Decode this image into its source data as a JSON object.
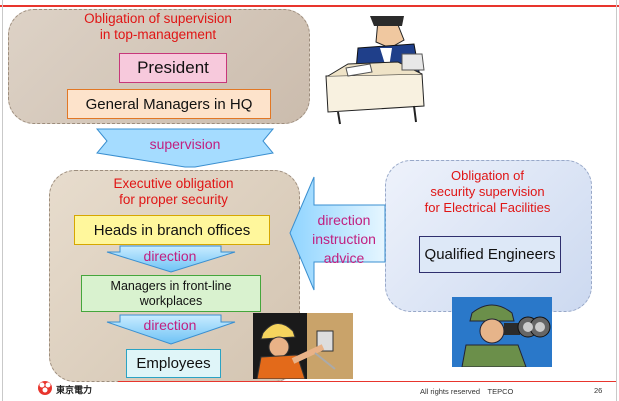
{
  "top_panel": {
    "heading_line1": "Obligation of supervision",
    "heading_line2": "in top-management",
    "president": "President",
    "general_managers": "General Managers in HQ"
  },
  "supervision_arrow": "supervision",
  "executive_panel": {
    "heading_line1": "Executive obligation",
    "heading_line2": "for proper security",
    "heads": "Heads in branch offices",
    "direction_1": "direction",
    "managers_line1": "Managers in front-line",
    "managers_line2": "workplaces",
    "direction_2": "direction",
    "employees": "Employees"
  },
  "left_arrow": {
    "line1": "direction",
    "line2": "instruction",
    "line3": "advice"
  },
  "security_panel": {
    "heading_line1": "Obligation of",
    "heading_line2": "security supervision",
    "heading_line3": "for Electrical Facilities",
    "engineers": "Qualified Engineers"
  },
  "footer": {
    "logo_text": "東京電力",
    "rights": "All rights reserved　TEPCO",
    "page_number": "26"
  },
  "colors": {
    "accent_red": "#e01515",
    "arrow_blue": "#8fd4ff",
    "arrow_text": "#c12080"
  }
}
